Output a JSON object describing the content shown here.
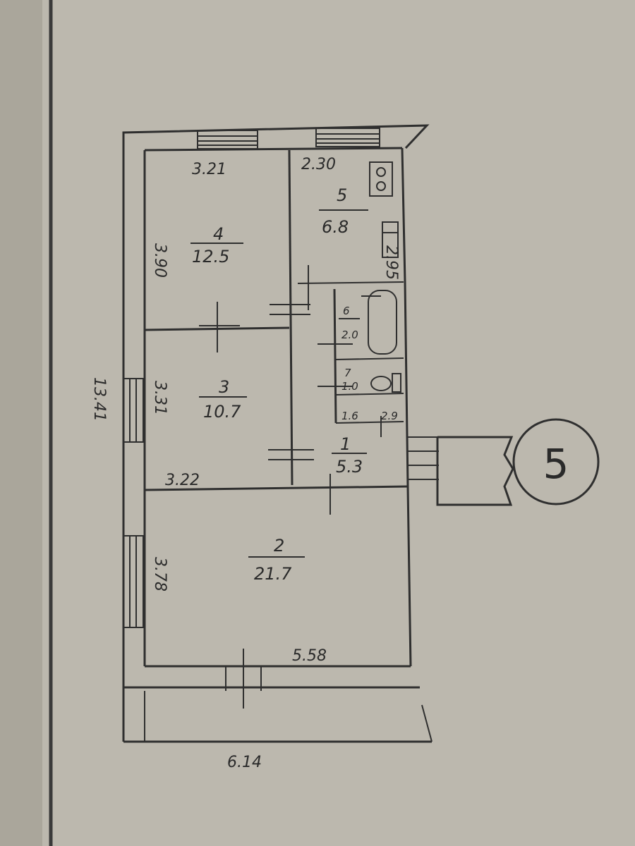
{
  "plan": {
    "dimensions": {
      "room4_width": "3.21",
      "room5_width": "2.30",
      "room4_height": "3.90",
      "room5_height": "2.95",
      "room3_height": "3.31",
      "room3_width": "3.22",
      "room2_height": "3.78",
      "room2_width": "5.58",
      "total_height": "13.41",
      "total_width": "6.14"
    },
    "rooms": [
      {
        "number": "4",
        "area": "12.5"
      },
      {
        "number": "5",
        "area": "6.8"
      },
      {
        "number": "6",
        "area": "2.0"
      },
      {
        "number": "7",
        "area": "1.0"
      },
      {
        "number": "3",
        "area": "10.7"
      },
      {
        "number": "1",
        "area": "5.3"
      },
      {
        "number": "2",
        "area": "21.7"
      }
    ],
    "closet_labels": [
      "1.6",
      "2.9"
    ],
    "apartment_number": "5"
  }
}
